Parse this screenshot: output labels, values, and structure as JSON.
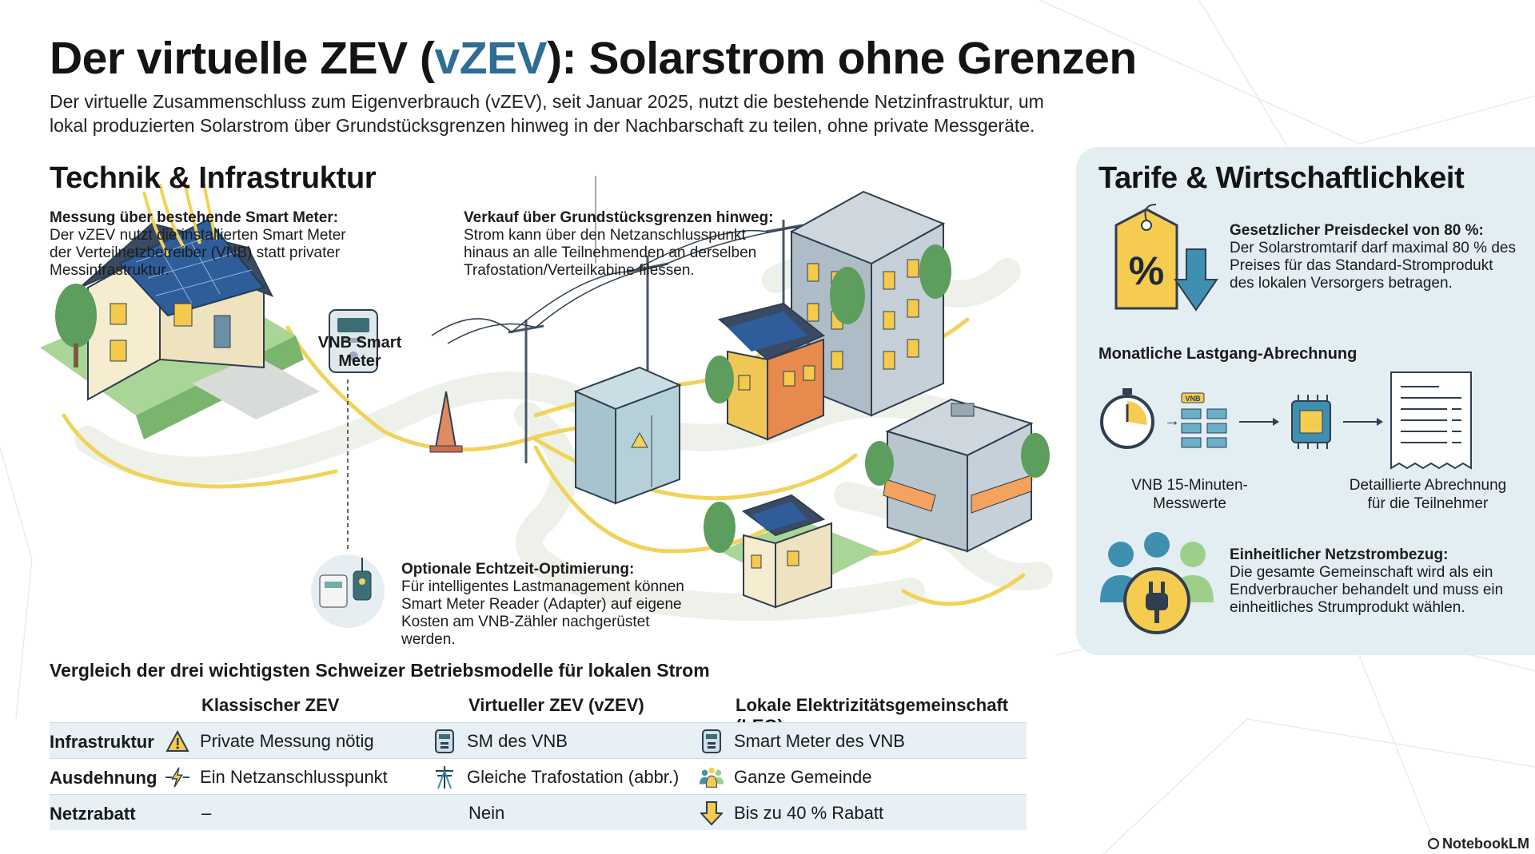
{
  "header": {
    "title_part1": "Der virtuelle ZEV (",
    "title_highlight": "vZEV",
    "title_part2": "): Solarstrom ohne Grenzen",
    "subtitle": "Der virtuelle Zusammenschluss zum Eigenverbrauch (vZEV), seit Januar 2025, nutzt die bestehende Netzinfrastruktur, um lokal produzierten Solarstrom über Grundstücksgrenzen hinweg in der Nachbarschaft zu teilen, ohne private Messgeräte."
  },
  "technik": {
    "heading": "Technik & Infrastruktur",
    "messung_title": "Messung über bestehende Smart Meter:",
    "messung_text": "Der vZEV nutzt die installierten Smart Meter der Verteilnetzbetreiber (VNB) statt privater Messinfrastruktur.",
    "verkauf_title": "Verkauf über Grundstücksgrenzen hinweg:",
    "verkauf_text": "Strom kann über den Netzanschlusspunkt hinaus an alle Teilnehmenden an derselben Trafostation/Verteilkabine filessen.",
    "smart_meter_label": "VNB Smart Meter",
    "optional_title": "Optionale Echtzeit-Optimierung:",
    "optional_text": "Für intelligentes Lastmanagement können Smart Meter Reader (Adapter) auf eigene Kosten am VNB-Zähler nachgerüstet werden."
  },
  "tarife": {
    "heading": "Tarife & Wirtschaftlichkeit",
    "preisdeckel_title": "Gesetzlicher Preisdeckel von 80 %:",
    "preisdeckel_text": "Der Solarstromtarif darf maximal 80 % des Preises für das Standard-Stromprodukt des lokalen Versorgers betragen.",
    "percent_symbol": "%",
    "lastgang_heading": "Monatliche Lastgang-Abrechnung",
    "vnb_badge": "VNB",
    "messwerte_caption": "VNB 15-Minuten-Messwerte",
    "abrechnung_caption": "Detaillierte Abrechnung für die Teilnehmer",
    "netzstrom_title": "Einheitlicher Netzstrombezug:",
    "netzstrom_text": "Die gesamte Gemeinschaft wird als ein Endverbraucher behandelt und muss ein einheitliches Strumprodukt wählen."
  },
  "comparison": {
    "title": "Vergleich der drei wichtigsten Schweizer Betriebsmodelle für lokalen Strom",
    "columns": [
      "Klassischer ZEV",
      "Virtueller ZEV (vZEV)",
      "Lokale Elektrizitätsgemeinschaft (LEG)"
    ],
    "rows": [
      {
        "label": "Infrastruktur",
        "cells": [
          "Private Messung nötig",
          "SM des VNB",
          "Smart Meter des VNB"
        ],
        "icons": [
          "warning-icon",
          "smart-meter-icon",
          "smart-meter-icon"
        ]
      },
      {
        "label": "Ausdehnung",
        "cells": [
          "Ein Netzanschlusspunkt",
          "Gleiche Trafostation (abbr.)",
          "Ganze Gemeinde"
        ],
        "icons": [
          "lightning-icon",
          "pylon-icon",
          "community-icon"
        ]
      },
      {
        "label": "Netzrabatt",
        "cells": [
          "–",
          "Nein",
          "Bis zu 40 % Rabatt"
        ],
        "icons": [
          "",
          "",
          "arrow-down-icon"
        ]
      }
    ]
  },
  "footer": {
    "brand": "NotebookLM"
  },
  "colors": {
    "accent": "#2e6d96",
    "panel": "#e3eef3",
    "power_line": "#f1d35a",
    "grass": "#9dcf8a"
  }
}
